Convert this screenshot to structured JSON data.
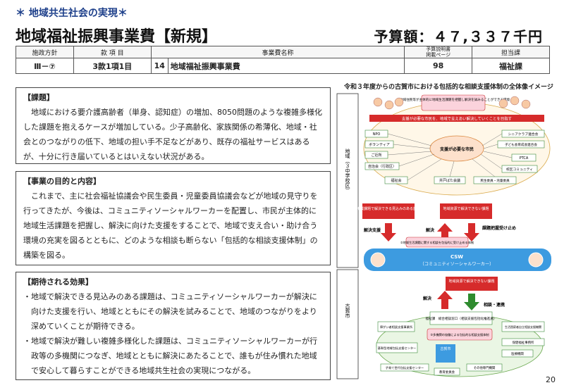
{
  "subtitle": "＊ 地域共生社会の実現＊",
  "title": "地域福祉振興事業費【新規】",
  "budget": "予算額：４７,３３７千円",
  "table": {
    "headers": [
      "施政方針",
      "款 項 目",
      "事業費名称",
      "予算説明書\n掲載ページ",
      "担当課"
    ],
    "header_page_line1": "予算説明書",
    "header_page_line2": "掲載ページ",
    "row": {
      "policy": "Ⅲ－⑦",
      "kou": "3款1項1目",
      "number": "14",
      "name": "地域福祉振興事業費",
      "page": "98",
      "dept": "福祉課"
    }
  },
  "issues": {
    "heading": "【課題】",
    "text": "地域における要介護高齢者（単身、認知症）の増加、8050問題のような複雑多様化した課題を抱えるケースが増加している。少子高齢化、家族関係の希薄化、地域・社会とのつながりの低下、地域の担い手不足などがあり、既存の福祉サービスはあるが、十分に行き届いているとはいえない状況がある。"
  },
  "purpose": {
    "heading": "【事業の目的と内容】",
    "text": "これまで、主に社会福祉協議会や民生委員・児童委員協議会などが地域の見守りを行ってきたが、今後は、コミュニティソーシャルワーカーを配置し、市民が主体的に地域生活課題を把握し、解決に向けた支援をすることで、地域で支え合い・助け合う環境の充実を図るとともに、どのような相談も断らない「包括的な相談支援体制」の構築を図る。"
  },
  "effects": {
    "heading": "【期待される効果】",
    "items": [
      "・地域で解決できる見込みのある課題は、コミュニティソーシャルワーカーが解決に向けた支援を行い、地域とともにその解決を試みることで、地域のつながりをより深めていくことが期待できる。",
      "・地域で解決が難しい複雑多様化した課題は、コミュニティソーシャルワーカーが行政等の多機関につなぎ、地域とともに解決にあたることで、誰もが住み慣れた地域で安心して暮らすことができる地域共生社会の実現につながる。"
    ]
  },
  "diagram": {
    "title": "令和３年度からの古賀市における包括的な相談支援体制の全体像イメージ",
    "side_top": "地域（３中学校区）",
    "side_bottom": "古賀市",
    "pink_box": "①地域住民等が主体的に地域生活課題を把握し解決を試みることができる環境",
    "red_banner": "支援が必要な市民を、地域で支えあい解決していくことを目指す",
    "center_node": "支援が必要な市民",
    "left_nodes": [
      "NPO",
      "ボランティア",
      "ご近所",
      "自治会（行政区）",
      "福祉会"
    ],
    "right_nodes": [
      "シニアクラブ連合会",
      "子ども会育成会連合会",
      "PTCA",
      "校区コミュニティ",
      "民生委員・児童委員"
    ],
    "bottom_node": "井戸ばた会議",
    "red_left": "地域課題で解決できる見込みのある課題",
    "red_right": "地域資源で解決できない課題",
    "arrow_left": "解決支援",
    "arrow_mid": "解決",
    "arrow_right": "課題把握受け止め",
    "pink_mid": "②地域生活課題に関する相談を包括的に受け止める体制",
    "csw_line1": "CSW",
    "csw_line2": "（コミュニティソーシャルワーカー）",
    "red_lower": "地域資源で解決できない課題",
    "arrow_solve": "解決",
    "arrow_link": "相談・連携",
    "center_window": "福祉課　総合相談窓口（相談支援包括化推進員）",
    "pink_lower": "③多機関の協働による包括的な相談支援体制",
    "city_office": "古賀市",
    "lower_left": [
      "障がい者相談支援事業所",
      "基幹型地域包括支援センター"
    ],
    "lower_right": [
      "生活困窮者自立相談支援機関",
      "保健福祉事務所",
      "医療機関"
    ],
    "lower_bottom": [
      "子育て世代包括支援センター",
      "教育委員会",
      "その他専門機関"
    ]
  },
  "page_number": "20"
}
